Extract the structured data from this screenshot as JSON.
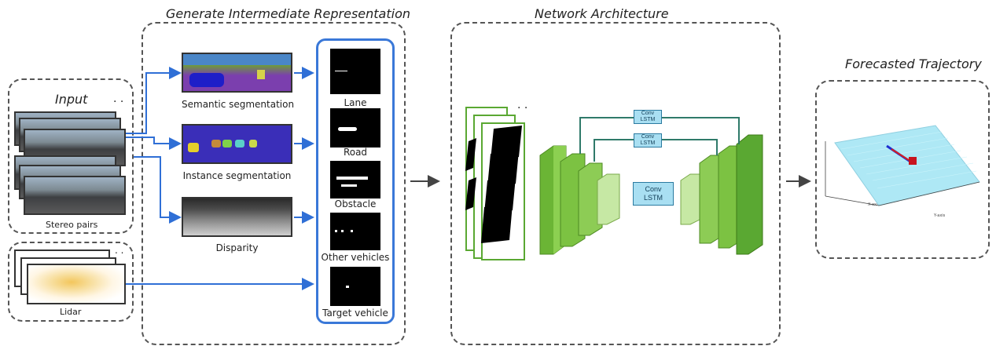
{
  "sections": {
    "input_title": "Input",
    "generate_title": "Generate Intermediate Representation",
    "network_title": "Network Architecture",
    "forecast_title": "Forecasted Trajectory"
  },
  "input": {
    "stereo_label": "Stereo pairs",
    "lidar_label": "Lidar"
  },
  "representations": {
    "semantic_label": "Semantic segmentation",
    "instance_label": "Instance segmentation",
    "disparity_label": "Disparity"
  },
  "masks": [
    {
      "label": "Lane"
    },
    {
      "label": "Road"
    },
    {
      "label": "Obstacle"
    },
    {
      "label": "Other vehicles"
    },
    {
      "label": "Target vehicle"
    }
  ],
  "network": {
    "conv_lstm_label_line1": "Conv",
    "conv_lstm_label_line2": "LSTM"
  },
  "plot": {
    "axis_x": "X-axis",
    "axis_y": "Y-axis"
  },
  "colors": {
    "arrow_blue": "#2f6fd6",
    "box_blue": "#3a78d8",
    "green": "#7cc242",
    "lstm_fill": "#a9dff2"
  }
}
